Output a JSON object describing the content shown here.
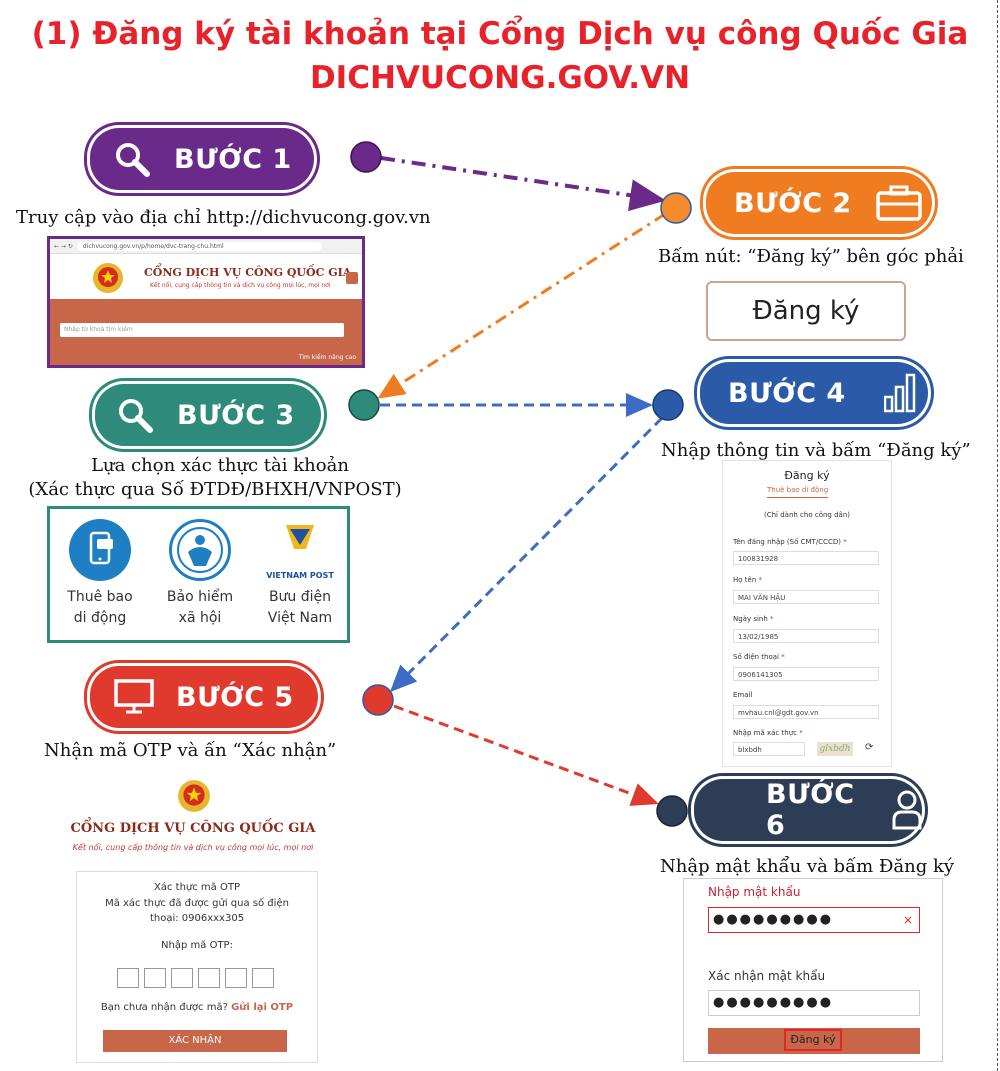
{
  "title": {
    "line1": "(1) Đăng ký tài khoản tại Cổng Dịch vụ công Quốc Gia",
    "line2": "DICHVUCONG.GOV.VN"
  },
  "colors": {
    "title": "#e8222a",
    "step1": "#6a2a8a",
    "step2": "#f07c22",
    "step3": "#2e8a7a",
    "step4": "#2a5aa8",
    "step5": "#e03a2f",
    "step6": "#2d3d55"
  },
  "steps": [
    {
      "label": "BƯỚC 1",
      "icon": "magnifier-icon",
      "caption": "Truy cập vào địa chỉ http://dichvucong.gov.vn"
    },
    {
      "label": "BƯỚC 2",
      "icon": "briefcase-icon",
      "caption": "Bấm nút: “Đăng ký” bên góc phải"
    },
    {
      "label": "BƯỚC 3",
      "icon": "magnifier-icon",
      "caption_line1": "Lựa chọn xác thực tài khoản",
      "caption_line2": "(Xác thực qua Số ĐTDĐ/BHXH/VNPOST)"
    },
    {
      "label": "BƯỚC 4",
      "icon": "bar-chart-icon",
      "caption": "Nhập thông tin và bấm “Đăng ký”"
    },
    {
      "label": "BƯỚC 5",
      "icon": "monitor-icon",
      "caption": "Nhận mã OTP và ấn “Xác nhận”"
    },
    {
      "label": "BƯỚC 6",
      "icon": "user-icon",
      "caption": "Nhập mật khẩu và bấm  Đăng ký"
    }
  ],
  "browser": {
    "url": "dichvucong.gov.vn/p/home/dvc-trang-chu.html",
    "portal_title": "CỔNG DỊCH VỤ CÔNG QUỐC GIA",
    "portal_subtitle": "Kết nối, cung cấp thông tin và dịch vụ công mọi lúc, mọi nơi",
    "search_placeholder": "Nhập từ khoá tìm kiếm",
    "advanced_search": "Tìm kiếm nâng cao"
  },
  "register_button": "Đăng ký",
  "options": [
    {
      "line1": "Thuê bao",
      "line2": "di động",
      "icon": "mobile-phone-icon"
    },
    {
      "line1": "Bảo hiểm",
      "line2": "xã hội",
      "icon": "social-insurance-logo-icon"
    },
    {
      "line1": "Bưu điện",
      "line2": "Việt Nam",
      "icon": "vietnam-post-logo-icon",
      "logo_text": "VIETNAM POST"
    }
  ],
  "register_form": {
    "title": "Đăng ký",
    "tab": "Thuê bao di động",
    "note": "(Chỉ dành cho công dân)",
    "fields": [
      {
        "label": "Tên đăng nhập (Số CMT/CCCD)",
        "required": "*",
        "value": "100831928"
      },
      {
        "label": "Họ tên",
        "required": "*",
        "value": "MAI VĂN HẬU"
      },
      {
        "label": "Ngày sinh",
        "required": "*",
        "value": "13/02/1985"
      },
      {
        "label": "Số điện thoại",
        "required": "*",
        "value": "0906141305"
      },
      {
        "label": "Email",
        "required": "",
        "value": "mvhau.cnl@gdt.gov.vn"
      }
    ],
    "captcha_label": "Nhập mã xác thực",
    "captcha_required": "*",
    "captcha_value": "blxbdh",
    "captcha_image_text": "glxbdh"
  },
  "otp": {
    "portal_title": "CỔNG DỊCH VỤ CÔNG QUỐC GIA",
    "portal_subtitle": "Kết nối, cung cấp thông tin và dịch vụ công mọi lúc, mọi nơi",
    "heading": "Xác thực mã OTP",
    "message_line1": "Mã xác thực đã được gửi qua số điện",
    "message_line2": "thoại: 0906xxx305",
    "input_label": "Nhập mã OTP:",
    "resend_text": "Bạn chưa nhận được mã?",
    "resend_link": "Gửi lại OTP",
    "confirm_button": "XÁC NHẬN"
  },
  "password": {
    "label": "Nhập mật khẩu",
    "value": "●●●●●●●●●",
    "clear": "×",
    "confirm_label": "Xác nhận mật khẩu",
    "confirm_value": "●●●●●●●●●",
    "submit": "Đăng ký"
  }
}
